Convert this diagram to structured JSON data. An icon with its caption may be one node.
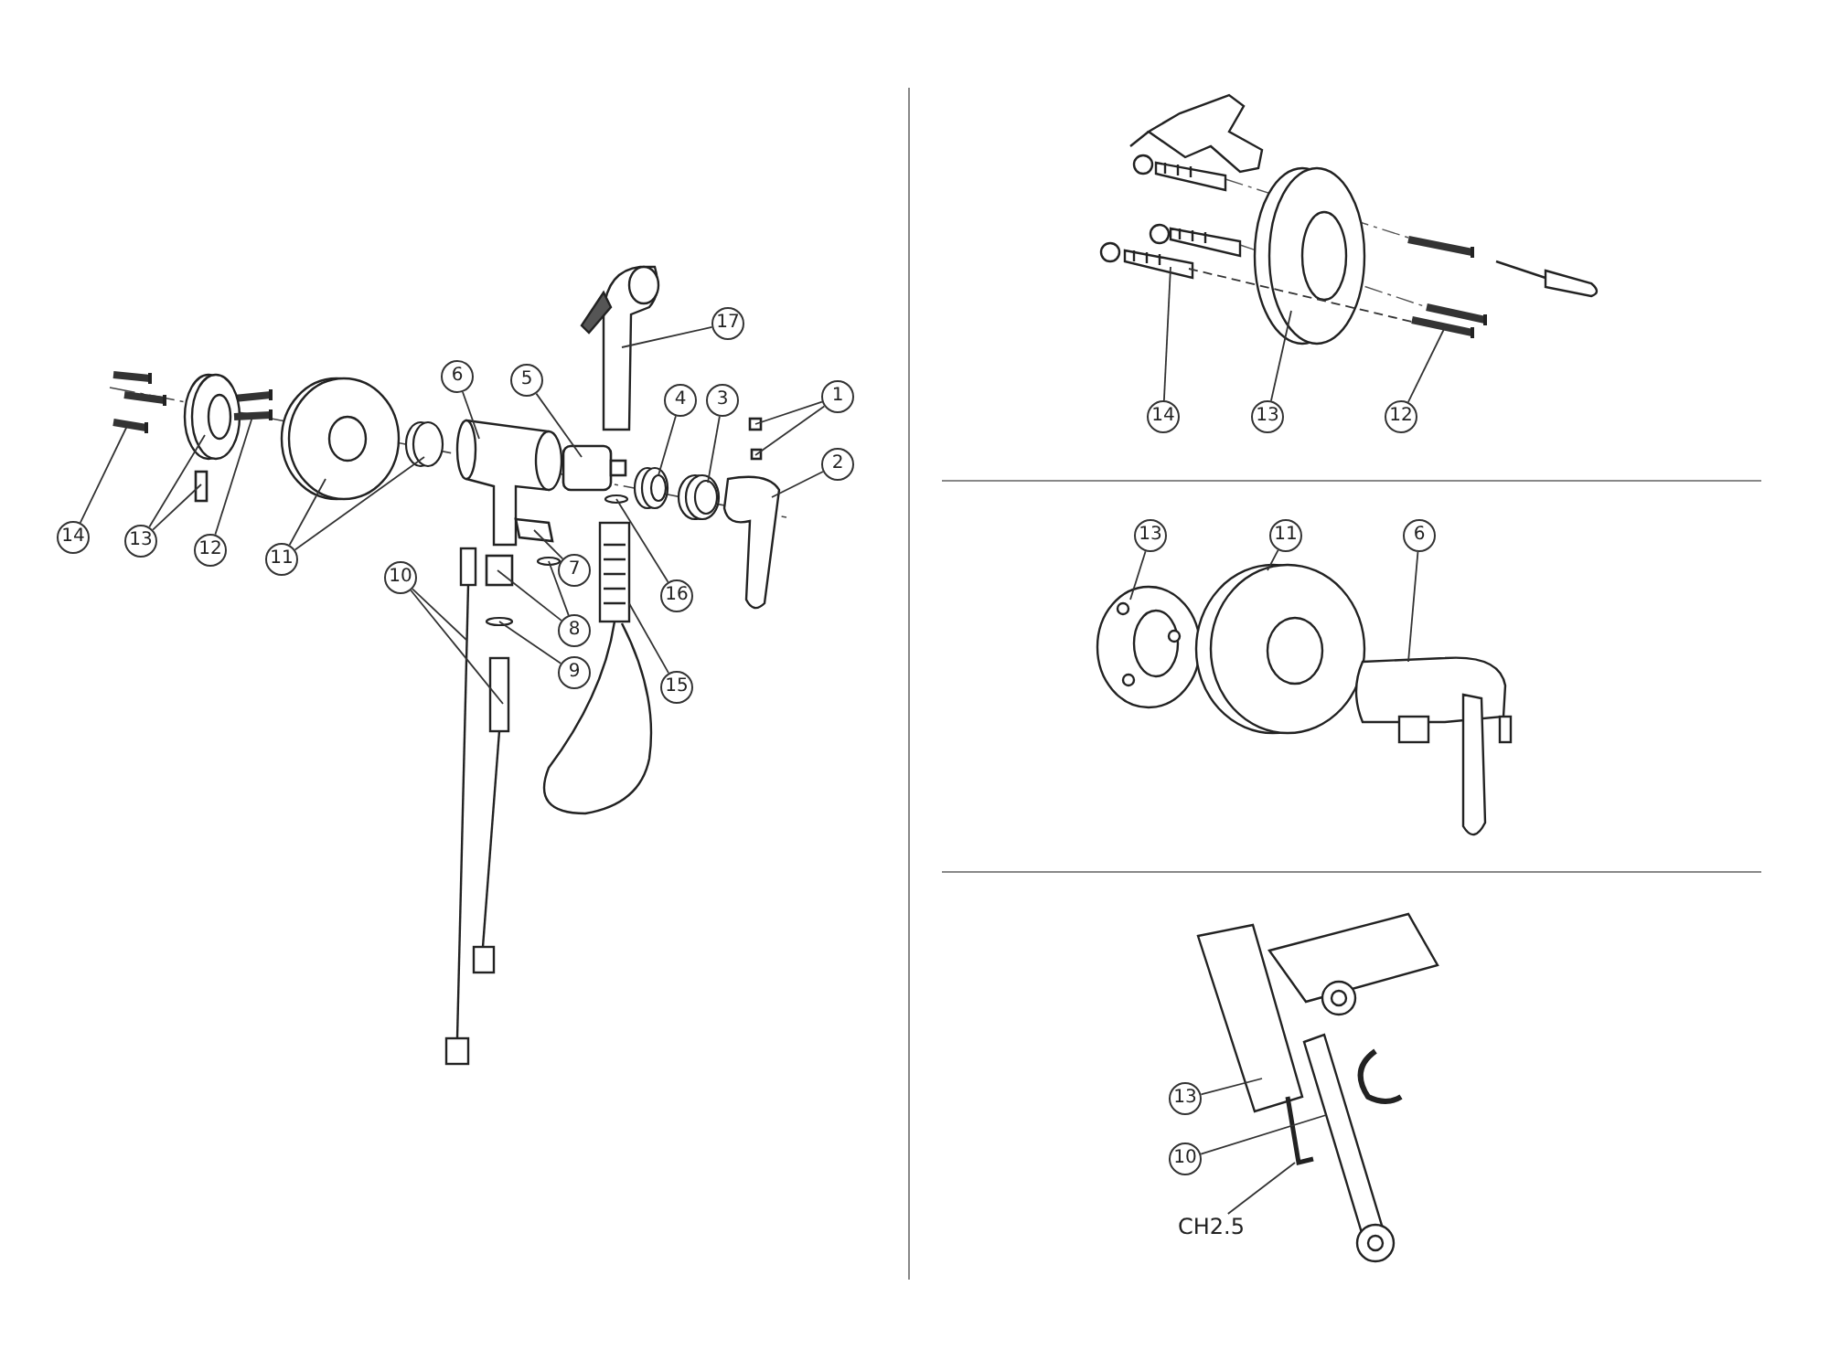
{
  "diagram": {
    "nodes": [
      {
        "text": [
          "1"
        ]
      },
      {
        "text": [
          "2"
        ]
      },
      {
        "text": [
          "3"
        ]
      },
      {
        "text": [
          "4"
        ]
      },
      {
        "text": [
          "5"
        ]
      },
      {
        "text": [
          "6"
        ]
      },
      {
        "text": [
          "17"
        ]
      },
      {
        "text": [
          "14"
        ]
      },
      {
        "text": [
          "13"
        ]
      },
      {
        "text": [
          "12"
        ]
      },
      {
        "text": [
          "11"
        ]
      },
      {
        "text": [
          "10"
        ]
      },
      {
        "text": [
          "7"
        ]
      },
      {
        "text": [
          "8"
        ]
      },
      {
        "text": [
          "9"
        ]
      },
      {
        "text": [
          "16"
        ]
      },
      {
        "text": [
          "15"
        ]
      },
      {
        "text": [
          "14"
        ]
      },
      {
        "text": [
          "13"
        ]
      },
      {
        "text": [
          "12"
        ]
      },
      {
        "text": [
          "13"
        ]
      },
      {
        "text": [
          "11"
        ]
      },
      {
        "text": [
          "6"
        ]
      },
      {
        "text": [
          "13"
        ]
      },
      {
        "text": [
          "10"
        ]
      },
      {
        "text": [
          "CH2.5"
        ]
      },
      {
        "text": [],
        "shape": "box"
      },
      {
        "text": [],
        "shape": "box"
      },
      {
        "text": [],
        "shape": "picture"
      },
      {
        "text": [],
        "shape": "circle"
      },
      {
        "text": [],
        "shape": "circle"
      },
      {
        "text": [],
        "shape": "box"
      },
      {
        "text": [],
        "shape": "picture"
      },
      {
        "text": [],
        "shape": "picture"
      },
      {
        "text": [],
        "shape": "picture"
      },
      {
        "text": [],
        "shape": "picture"
      },
      {
        "text": [],
        "shape": "box"
      },
      {
        "text": [],
        "shape": "picture"
      },
      {
        "text": [],
        "shape": "picture"
      },
      {
        "text": [],
        "shape": "circle"
      },
      {
        "text": [],
        "shape": "picture"
      },
      {
        "text": [],
        "shape": "picture"
      },
      {
        "text": [],
        "shape": "box"
      },
      {
        "text": [],
        "shape": "box"
      },
      {
        "text": [],
        "shape": "circle"
      },
      {
        "text": [],
        "shape": "circle"
      },
      {
        "text": [],
        "shape": "circle"
      },
      {
        "text": [],
        "shape": "picture"
      },
      {
        "text": [],
        "shape": "picture"
      },
      {
        "text": [],
        "shape": "picture"
      },
      {
        "text": [],
        "shape": "picture"
      },
      {
        "text": [],
        "shape": "picture"
      },
      {
        "text": [],
        "shape": "picture"
      },
      {
        "text": [],
        "shape": "picture"
      },
      {
        "text": [],
        "shape": "picture"
      },
      {
        "text": [],
        "shape": "picture"
      },
      {
        "text": [],
        "shape": "picture"
      }
    ],
    "edges": [
      {
        "from": 0,
        "to": 26,
        "arrow": "none"
      },
      {
        "from": 0,
        "to": 27,
        "arrow": "none"
      },
      {
        "from": 1,
        "to": 28,
        "arrow": "none"
      },
      {
        "from": 2,
        "to": 29,
        "arrow": "none"
      },
      {
        "from": 3,
        "to": 30,
        "arrow": "none"
      },
      {
        "from": 4,
        "to": 31,
        "arrow": "none"
      },
      {
        "from": 5,
        "to": 32,
        "arrow": "none"
      },
      {
        "from": 6,
        "to": 33,
        "arrow": "none"
      },
      {
        "from": 7,
        "to": 34,
        "arrow": "none"
      },
      {
        "from": 8,
        "to": 35,
        "arrow": "none"
      },
      {
        "from": 8,
        "to": 36,
        "arrow": "none"
      },
      {
        "from": 9,
        "to": 37,
        "arrow": "none"
      },
      {
        "from": 10,
        "to": 38,
        "arrow": "none"
      },
      {
        "from": 10,
        "to": 39,
        "arrow": "none"
      },
      {
        "from": 11,
        "to": 40,
        "arrow": "none"
      },
      {
        "from": 11,
        "to": 41,
        "arrow": "none"
      },
      {
        "from": 12,
        "to": 42,
        "arrow": "none"
      },
      {
        "from": 13,
        "to": 43,
        "arrow": "none"
      },
      {
        "from": 13,
        "to": 44,
        "arrow": "none"
      },
      {
        "from": 14,
        "to": 45,
        "arrow": "none"
      },
      {
        "from": 15,
        "to": 46,
        "arrow": "none"
      },
      {
        "from": 16,
        "to": 47,
        "arrow": "none"
      },
      {
        "from": 17,
        "to": 48,
        "arrow": "none"
      },
      {
        "from": 18,
        "to": 49,
        "arrow": "none"
      },
      {
        "from": 19,
        "to": 50,
        "arrow": "none"
      },
      {
        "from": 20,
        "to": 51,
        "arrow": "none"
      },
      {
        "from": 21,
        "to": 52,
        "arrow": "none"
      },
      {
        "from": 22,
        "to": 53,
        "arrow": "none"
      },
      {
        "from": 23,
        "to": 54,
        "arrow": "none"
      },
      {
        "from": 24,
        "to": 55,
        "arrow": "none"
      },
      {
        "from": 25,
        "to": 56,
        "arrow": "none"
      },
      {
        "from": 48,
        "to": 50,
        "arrow": "none",
        "style": "dashed"
      }
    ]
  }
}
